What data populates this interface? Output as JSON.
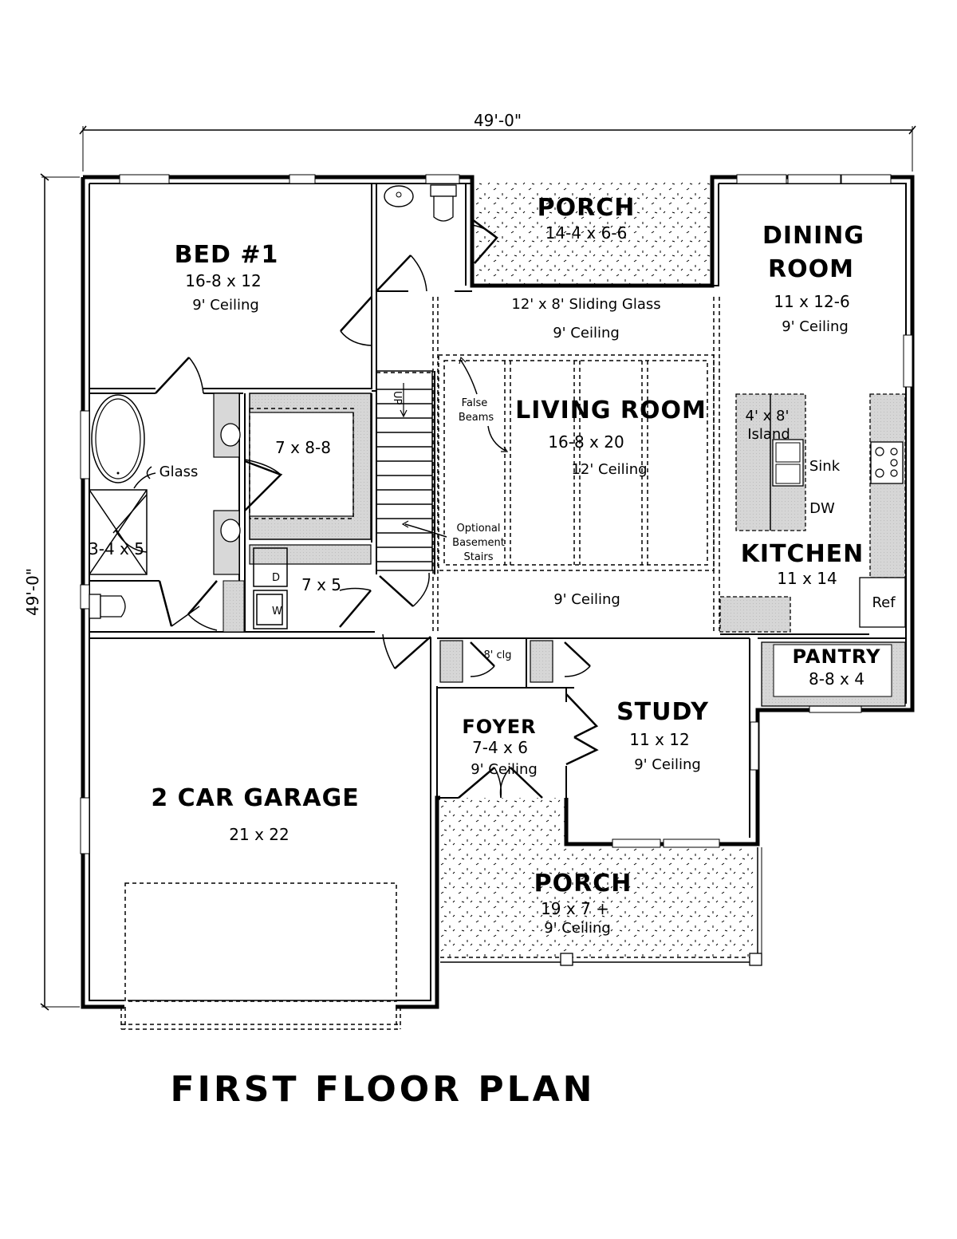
{
  "plan": {
    "title": "FIRST FLOOR PLAN",
    "overall_width": "49'-0\"",
    "overall_depth": "49'-0\""
  },
  "rooms": {
    "bed1": {
      "name": "BED #1",
      "size": "16-8 x 12",
      "ceiling": "9' Ceiling"
    },
    "porch_rear": {
      "name": "PORCH",
      "size": "14-4 x 6-6"
    },
    "dining": {
      "name_line1": "DINING",
      "name_line2": "ROOM",
      "size": "11 x 12-6",
      "ceiling": "9' Ceiling"
    },
    "living": {
      "name": "LIVING ROOM",
      "size": "16-8 x 20",
      "ceiling": "12' Ceiling",
      "upper_ceiling": "9' Ceiling",
      "lower_ceiling": "9' Ceiling",
      "sliding_door": "12' x 8' Sliding Glass"
    },
    "closet_master": {
      "size": "7 x 8-8"
    },
    "shower": {
      "size": "3-4 x 5",
      "glass_label": "Glass"
    },
    "laundry": {
      "size": "7 x 5",
      "dryer": "D",
      "washer": "W"
    },
    "kitchen": {
      "name": "KITCHEN",
      "size": "11 x 14",
      "island": "4' x 8'",
      "island_label": "Island",
      "sink": "Sink",
      "dishwasher": "DW",
      "fridge": "Ref"
    },
    "pantry": {
      "name": "PANTRY",
      "size": "8-8 x 4"
    },
    "foyer": {
      "name": "FOYER",
      "size": "7-4 x 6",
      "ceiling": "9' Ceiling"
    },
    "coat_closet": {
      "ceiling": "8' clg"
    },
    "study": {
      "name": "STUDY",
      "size": "11 x 12",
      "ceiling": "9' Ceiling"
    },
    "garage": {
      "name": "2 CAR GARAGE",
      "size": "21 x 22"
    },
    "porch_front": {
      "name": "PORCH",
      "size": "19 x 7 +",
      "ceiling": "9' Ceiling"
    }
  },
  "annotations": {
    "false_beams_1": "False",
    "false_beams_2": "Beams",
    "basement_1": "Optional",
    "basement_2": "Basement",
    "basement_3": "Stairs",
    "stairs_up": "UP"
  },
  "colors": {
    "line": "#000000",
    "counter_fill": "#d8d8d8",
    "background": "#ffffff"
  }
}
